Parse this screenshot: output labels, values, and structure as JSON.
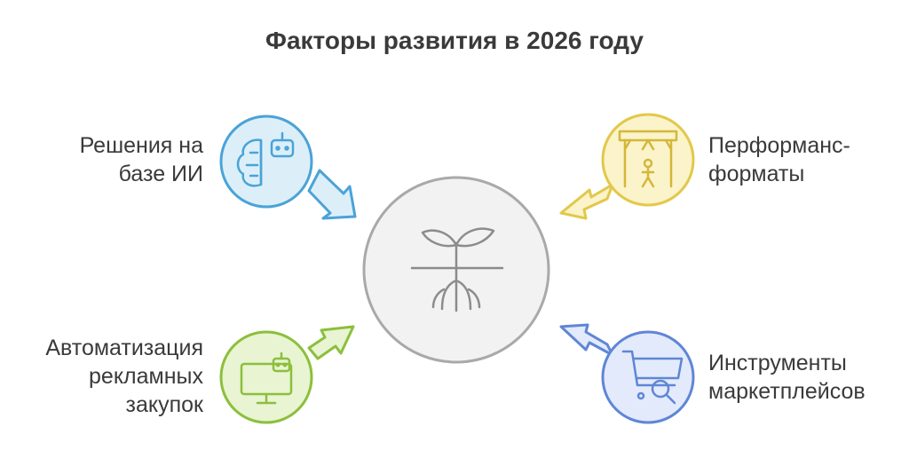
{
  "title": "Факторы развития в 2026 году",
  "center": {
    "icon": "sprout-icon"
  },
  "factors": [
    {
      "id": "ai",
      "lines": [
        "Решения на",
        "базе ИИ"
      ],
      "icon": "brain-robot-icon",
      "color": "#4aa3d8",
      "fill": "#dcefF9"
    },
    {
      "id": "performance",
      "lines": [
        "Перформанс-",
        "форматы"
      ],
      "icon": "stage-spotlight-icon",
      "color": "#e2c84a",
      "fill": "#fbf3c9"
    },
    {
      "id": "automation",
      "lines": [
        "Автоматизация",
        "рекламных",
        "закупок"
      ],
      "icon": "monitor-robot-icon",
      "color": "#8cbf3c",
      "fill": "#e8f4d2"
    },
    {
      "id": "marketplaces",
      "lines": [
        "Инструменты",
        "маркетплейсов"
      ],
      "icon": "cart-search-icon",
      "color": "#5f86d6",
      "fill": "#e3eafb"
    }
  ]
}
